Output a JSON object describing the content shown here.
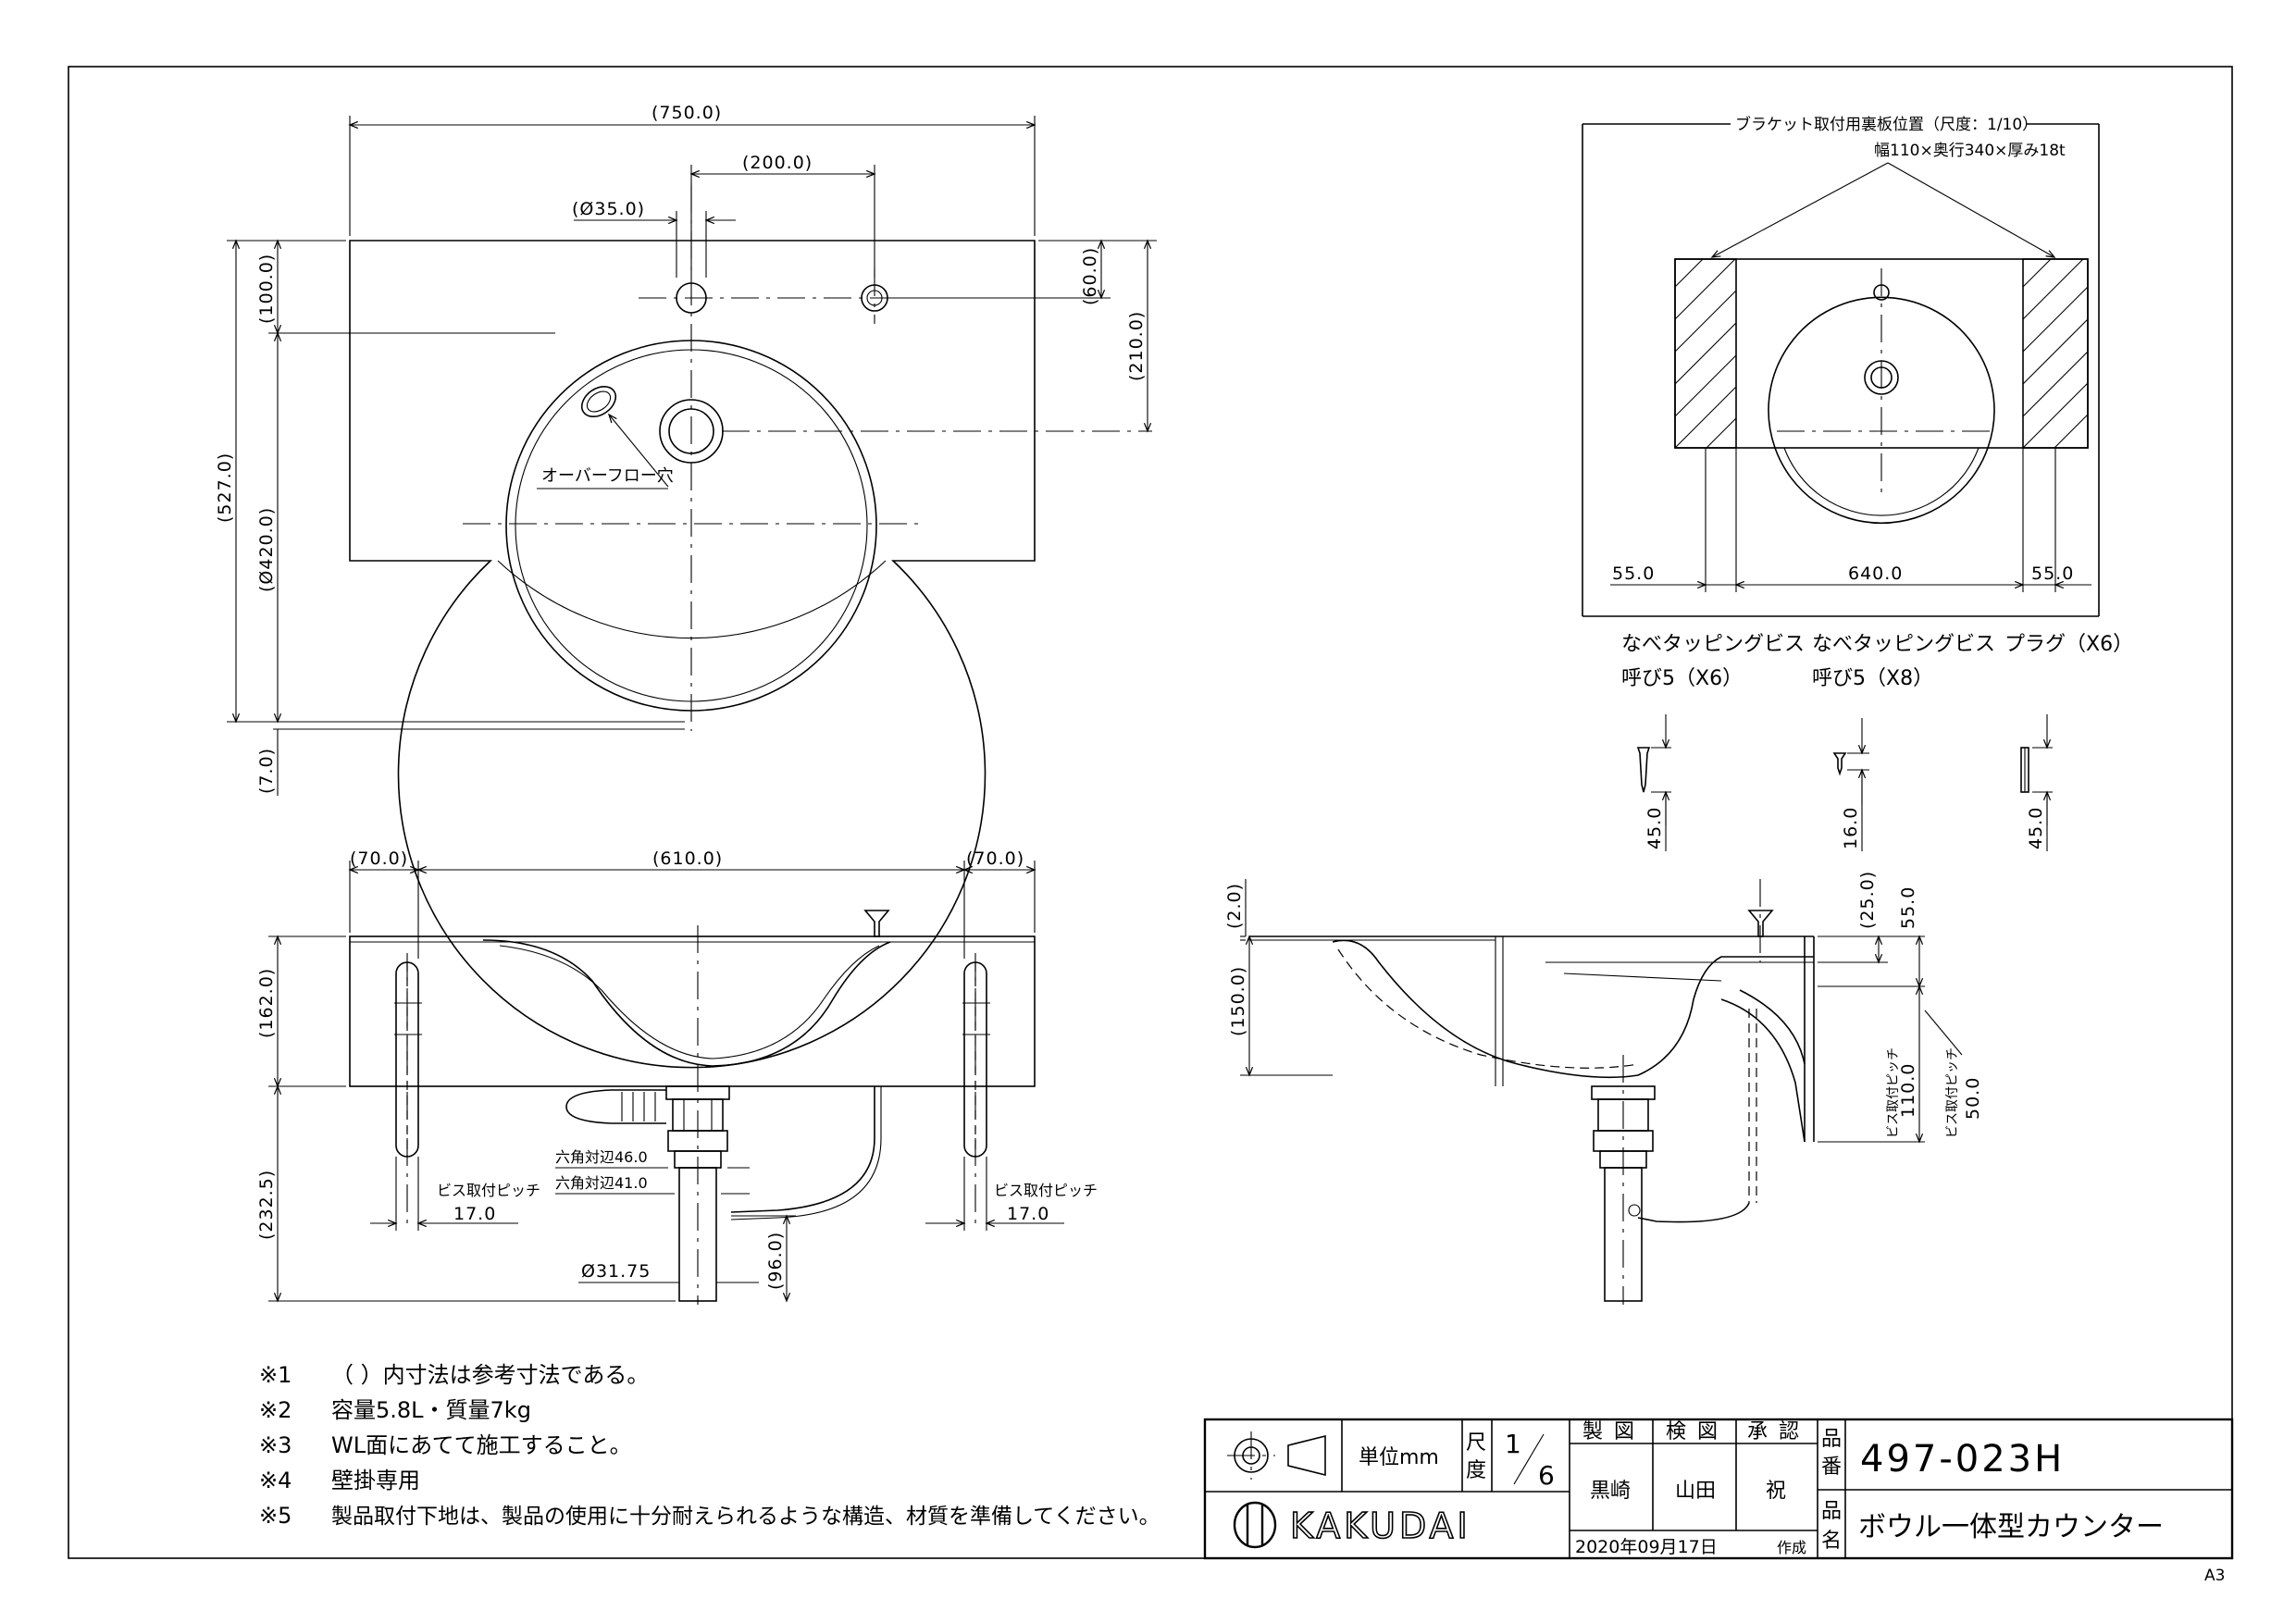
{
  "plan_view": {
    "dim_width": "(750.0)",
    "dim_hole_pitch": "(200.0)",
    "dim_hole_dia": "(Ø35.0)",
    "dim_hole_offset": "(60.0)",
    "dim_total_depth": "(527.0)",
    "dim_top_margin": "(100.0)",
    "dim_bowl_dia": "(Ø420.0)",
    "dim_drain_pos": "(210.0)",
    "dim_lip": "(7.0)",
    "overflow_label": "オーバーフロー穴"
  },
  "front_view": {
    "dim_left": "(70.0)",
    "dim_middle": "(610.0)",
    "dim_right": "(70.0)",
    "dim_height": "(162.0)",
    "dim_below": "(232.5)",
    "screw_pitch_label": "ビス取付ピッチ",
    "screw_pitch_left": "17.0",
    "screw_pitch_right": "17.0",
    "hex_46": "六角対辺46.0",
    "hex_41": "六角対辺41.0",
    "pipe_dia": "Ø31.75",
    "dim_96": "(96.0)"
  },
  "side_view": {
    "dim_2": "(2.0)",
    "dim_150": "(150.0)",
    "dim_25": "(25.0)",
    "dim_55": "55.0",
    "screw_pitch_label_a": "ビス取付ピッチ",
    "screw_pitch_a": "110.0",
    "screw_pitch_label_b": "ビス取付ピッチ",
    "screw_pitch_b": "50.0"
  },
  "bracket_view": {
    "title": "ブラケット取付用裏板位置（尺度：1/10）",
    "board_spec": "幅110×奥行340×厚み18t",
    "dim_left": "55.0",
    "dim_middle": "640.0",
    "dim_right": "55.0"
  },
  "hardware": {
    "screw_a_name": "なべタッピングビス",
    "screw_a_spec": "呼び5（X6）",
    "screw_a_len": "45.0",
    "screw_b_name": "なべタッピングビス",
    "screw_b_spec": "呼び5（X8）",
    "screw_b_len": "16.0",
    "plug_name": "プラグ（X6）",
    "plug_len": "45.0"
  },
  "notes": [
    {
      "mark": "※1",
      "text": "（  ）内寸法は参考寸法である。"
    },
    {
      "mark": "※2",
      "text": "容量5.8L・質量7kg"
    },
    {
      "mark": "※3",
      "text": "WL面にあてて施工すること。"
    },
    {
      "mark": "※4",
      "text": "壁掛専用"
    },
    {
      "mark": "※5",
      "text": "製品取付下地は、製品の使用に十分耐えられるような構造、材質を準備してください。"
    }
  ],
  "title_block": {
    "unit_label": "単位mm",
    "scale_label_1": "尺",
    "scale_label_2": "度",
    "scale_num": "1",
    "scale_den": "6",
    "made_label": "製図",
    "checked_label": "検図",
    "approved_label": "承認",
    "made_by": "黒崎",
    "checked_by": "山田",
    "approved_by": "祝",
    "date": "2020年09月17日",
    "date_suffix": "作成",
    "part_no_label_1": "品",
    "part_no_label_2": "番",
    "part_no": "497-023H",
    "part_name_label_1": "品",
    "part_name_label_2": "名",
    "part_name": "ボウル一体型カウンター",
    "brand": "KAKUDAI",
    "sheet_size": "A3"
  }
}
